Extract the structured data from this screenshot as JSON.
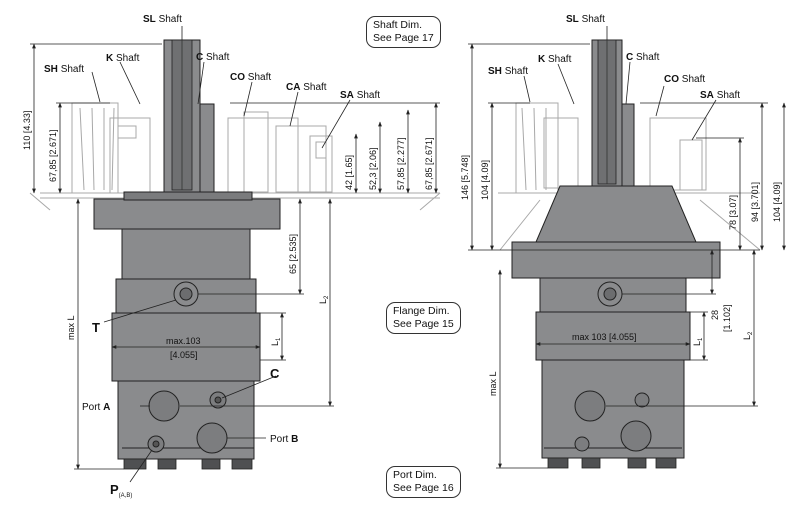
{
  "notes": {
    "shaft": [
      "Shaft Dim.",
      "See Page 17"
    ],
    "flange": [
      "Flange Dim.",
      "See Page 15"
    ],
    "port": [
      "Port Dim.",
      "See Page 16"
    ]
  },
  "left_view": {
    "shaft_labels": {
      "sl": "SL",
      "sh": "SH",
      "k": "K",
      "c": "C",
      "co": "CO",
      "ca": "CA",
      "sa": "SA",
      "word": "Shaft"
    },
    "dims": {
      "d110": "110 [4.33]",
      "d6785a": "67,85 [2.671]",
      "d42": "42 [1.65]",
      "d523": "52,3 [2.06]",
      "d5785": "57,85 [2.277]",
      "d6785b": "67,85 [2.671]",
      "d65": "65 [2.535]",
      "l2": "L",
      "l2_sub": "2",
      "l1": "L",
      "l1_sub": "1",
      "maxl": "max L",
      "max103": "max.103",
      "max103_in": "[4.055]"
    },
    "ports": {
      "t": "T",
      "c": "C",
      "port_a_prefix": "Port ",
      "port_a": "A",
      "port_b_prefix": "Port ",
      "port_b": "B",
      "p": "P",
      "p_sub": "(A,B)"
    }
  },
  "right_view": {
    "shaft_labels": {
      "sl": "SL",
      "sh": "SH",
      "k": "K",
      "c": "C",
      "co": "CO",
      "sa": "SA",
      "word": "Shaft"
    },
    "dims": {
      "d146": "146 [5.748]",
      "d104a": "104 [4.09]",
      "d78": "78 [3.07]",
      "d94": "94 [3.701]",
      "d104b": "104 [4.09]",
      "d28": "28",
      "d28_in": "[1.102]",
      "l2": "L",
      "l2_sub": "2",
      "l1": "L",
      "l1_sub": "1",
      "maxl": "max L",
      "max103": "max 103 [4.055]"
    }
  },
  "colors": {
    "body": "#8a8b8d",
    "body_dark": "#5f6062",
    "line": "#222222",
    "ghost": "#9a9a9a"
  }
}
